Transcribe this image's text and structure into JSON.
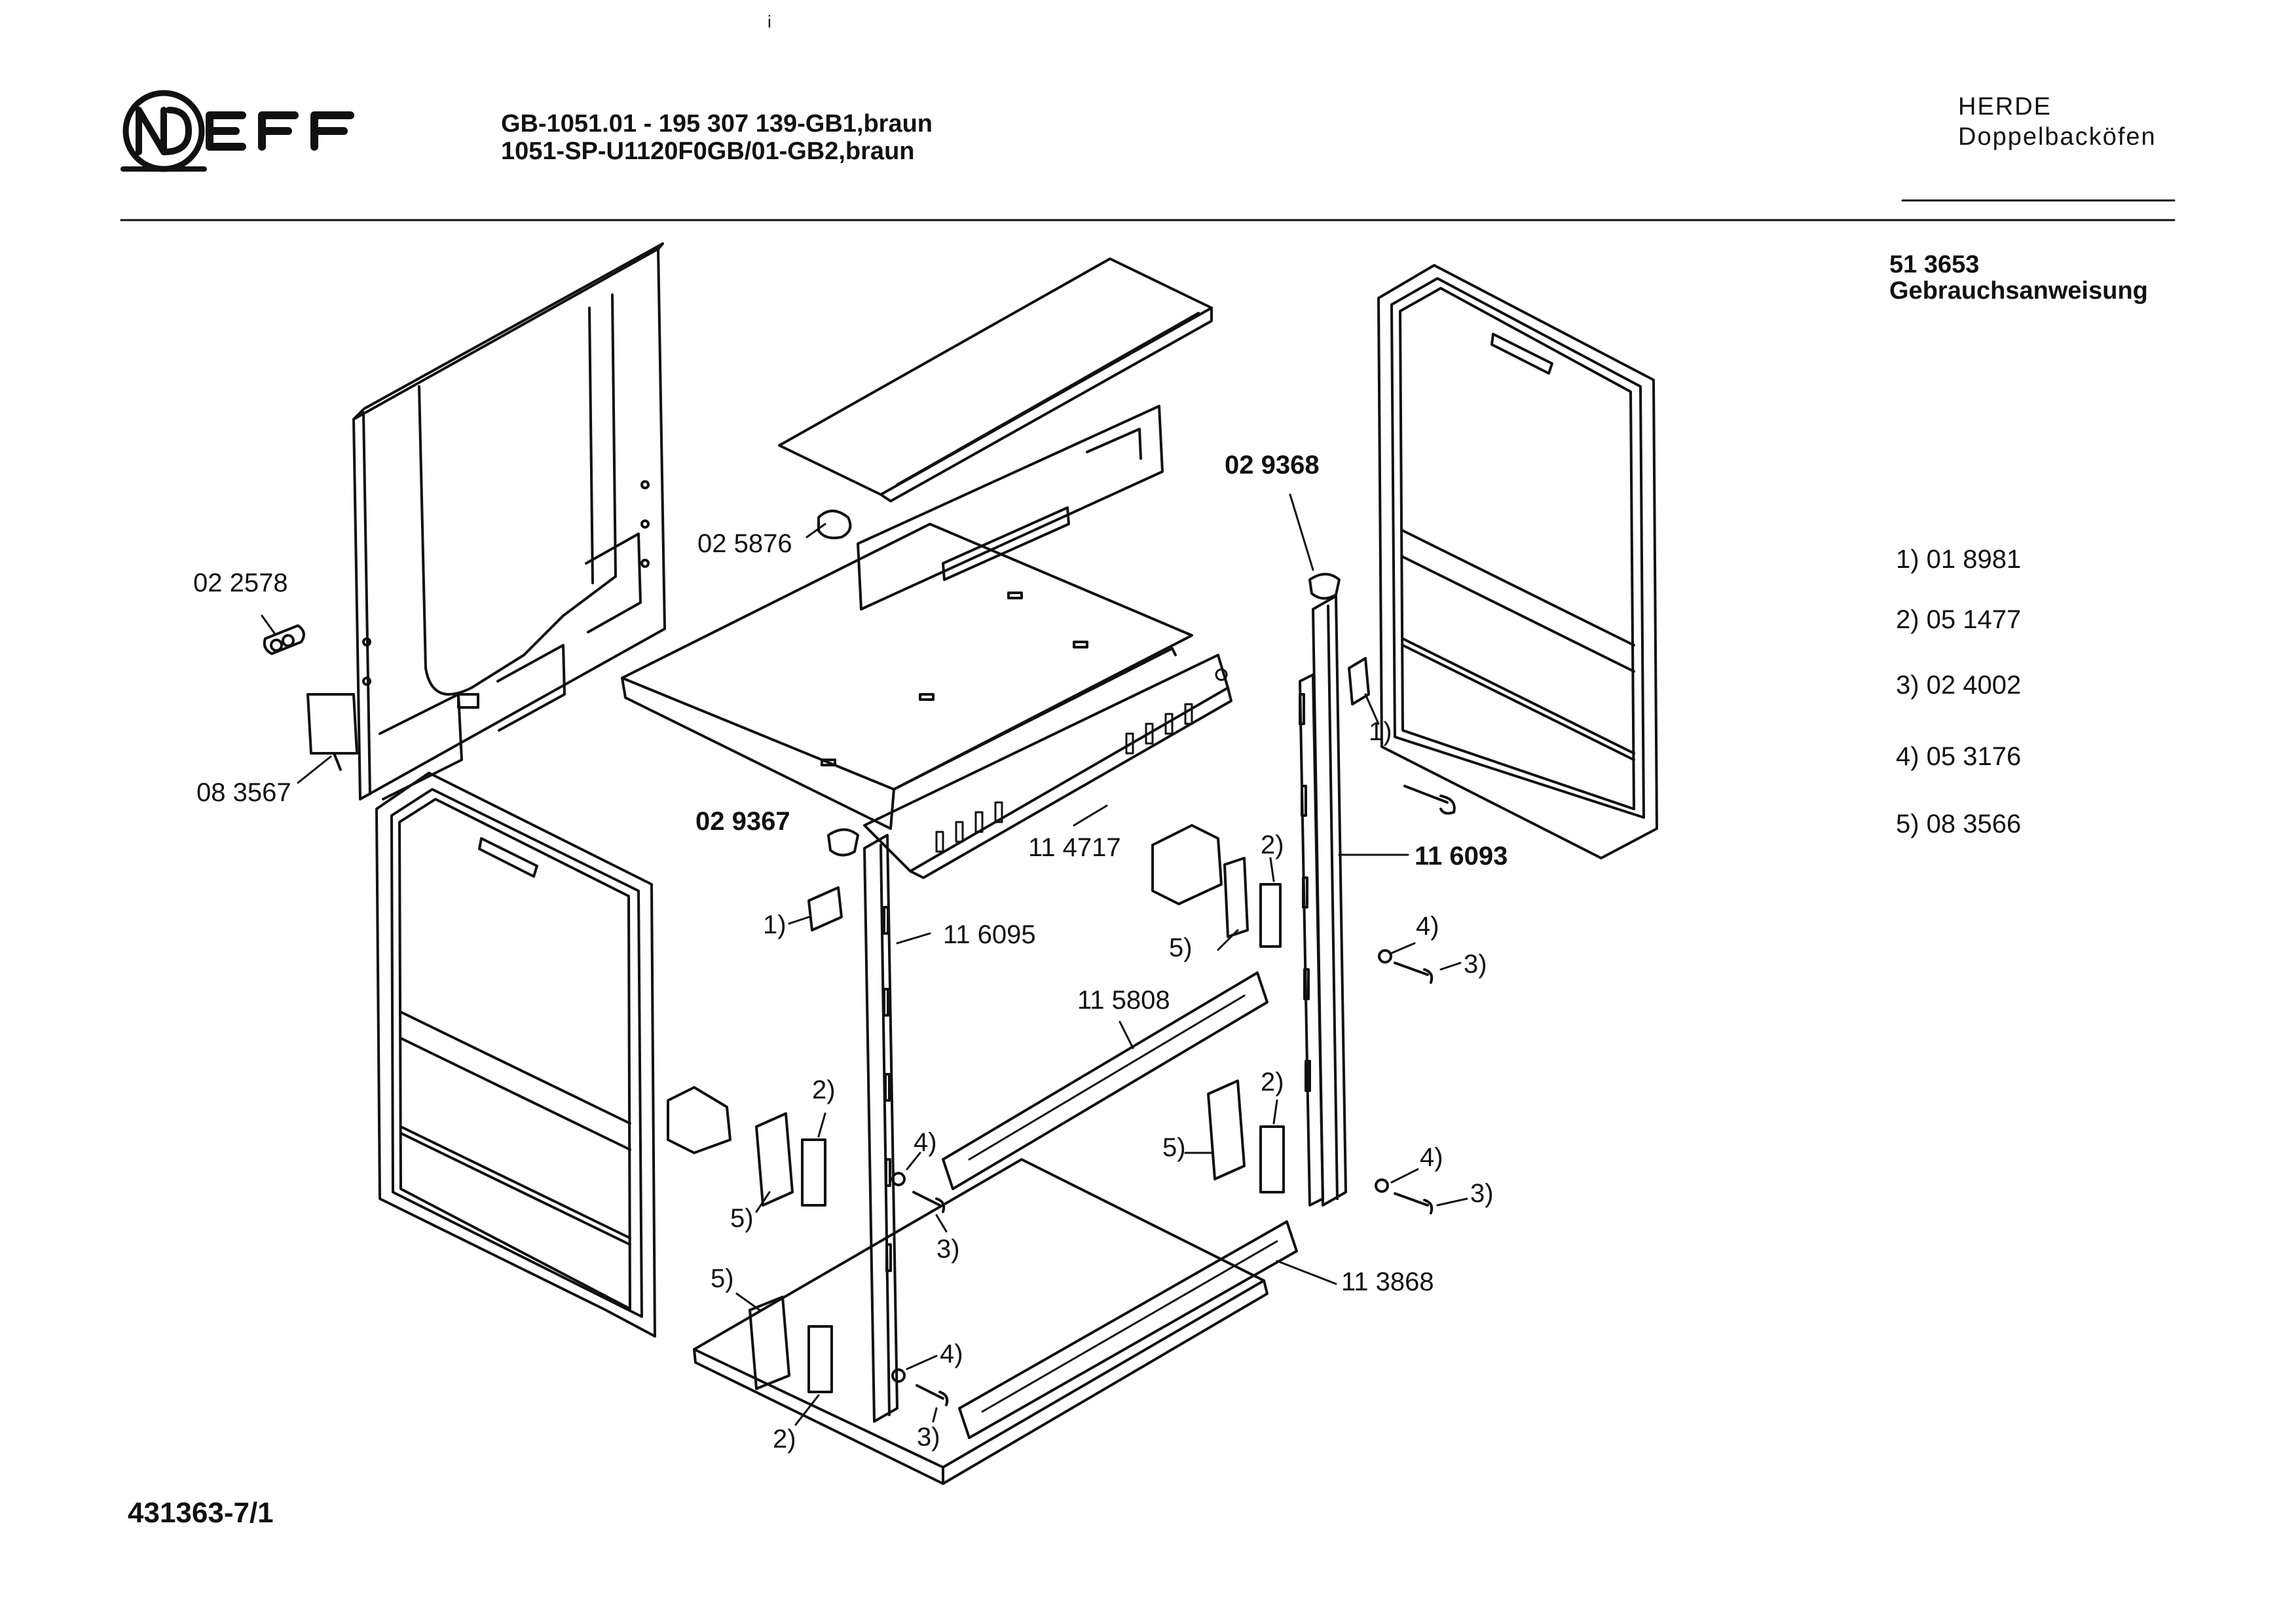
{
  "brand": "NEFF",
  "header": {
    "line1": "GB-1051.01 - 195 307 139-GB1,braun",
    "line2": "1051-SP-U1120F0GB/01-GB2,braun"
  },
  "category": {
    "line1": "HERDE",
    "line2": "Doppelbacköfen"
  },
  "info": {
    "number": "51 3653",
    "label": "Gebrauchsanweisung"
  },
  "legend": [
    "1) 01 8981",
    "2) 05 1477",
    "3) 02 4002",
    "4) 05 3176",
    "5) 08 3566"
  ],
  "parts": {
    "p_022578": "02 2578",
    "p_083567": "08 3567",
    "p_025876": "02 5876",
    "p_029368": "02 9368",
    "p_029367": "02 9367",
    "p_114717": "11 4717",
    "p_116093": "11 6093",
    "p_116095": "11 6095",
    "p_115808": "11 5808",
    "p_113868": "11 3868"
  },
  "callouts": {
    "c1": "1)",
    "c2": "2)",
    "c3": "3)",
    "c4": "4)",
    "c5": "5)"
  },
  "doc_id": "431363-7/1",
  "mark": "i"
}
